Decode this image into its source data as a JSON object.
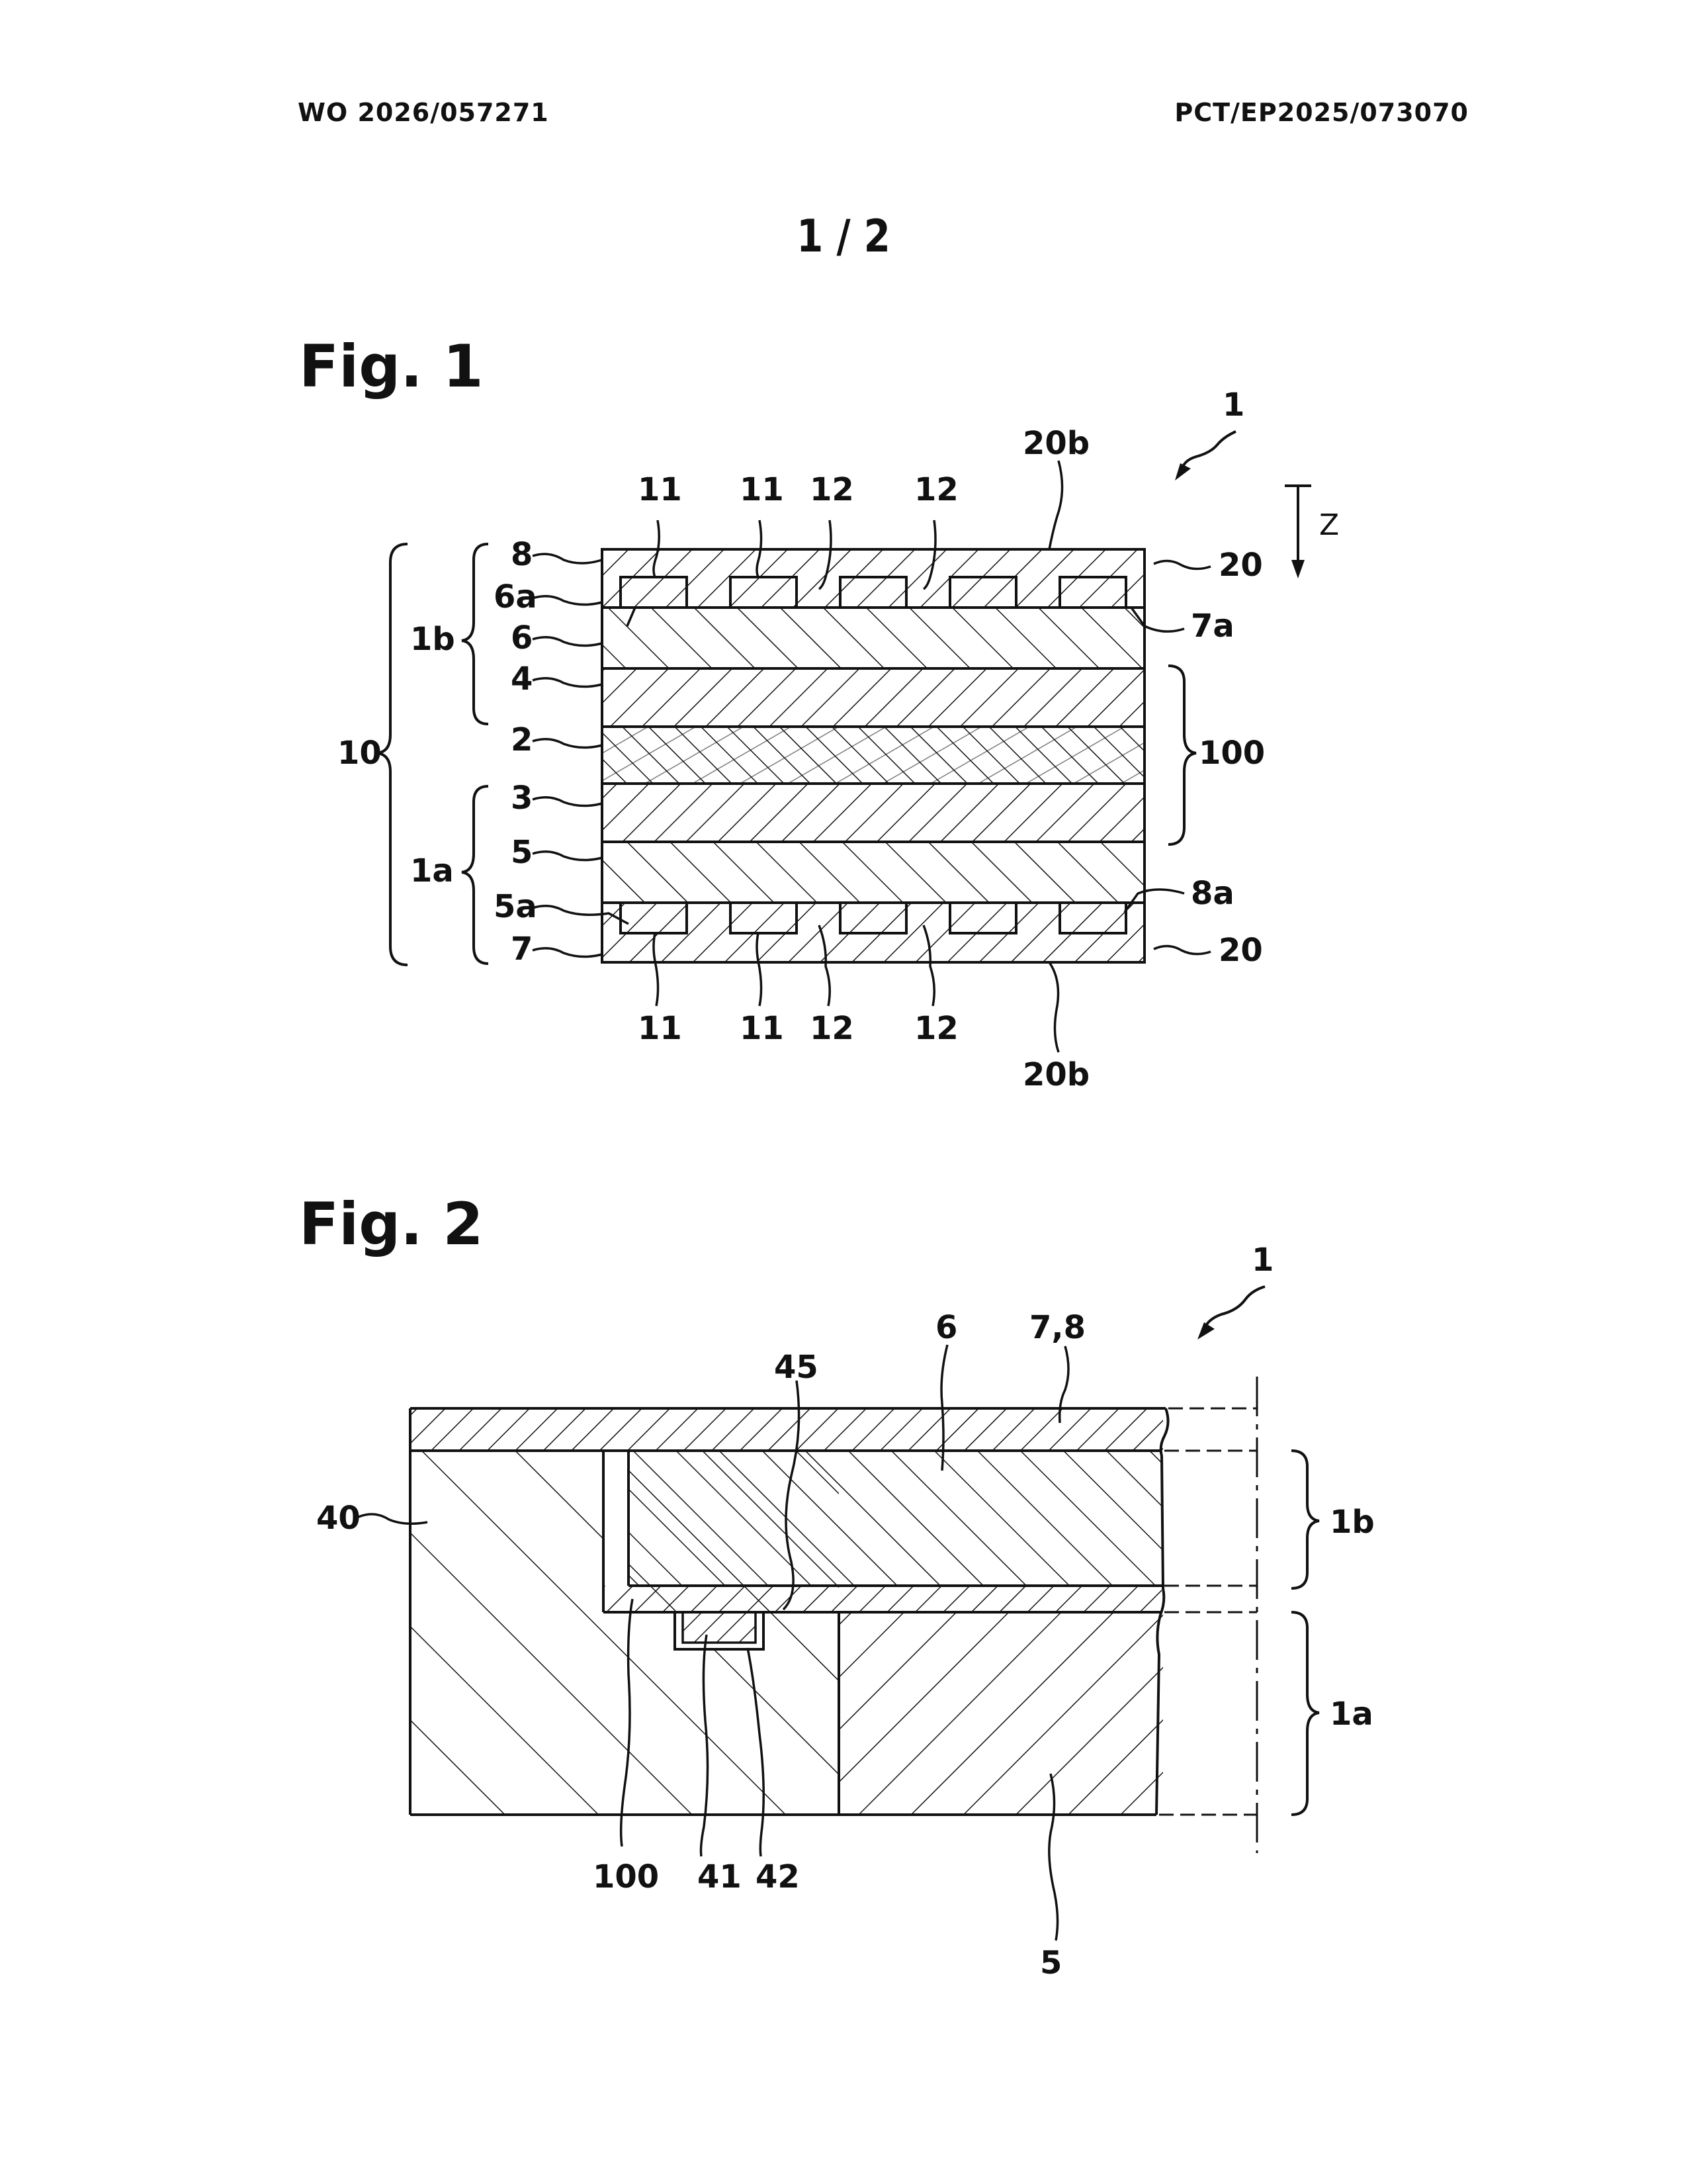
{
  "header": {
    "publication_number": "WO 2026/057271",
    "application_number": "PCT/EP2025/073070",
    "sheet": "1 / 2"
  },
  "fig1": {
    "title": "Fig. 1",
    "labels": {
      "ref_1": "1",
      "ref_20b_top": "20b",
      "ref_11_top_a": "11",
      "ref_11_top_b": "11",
      "ref_12_top_a": "12",
      "ref_12_top_b": "12",
      "axis_z": "Z",
      "ref_8": "8",
      "ref_6a": "6a",
      "ref_1b": "1b",
      "ref_6": "6",
      "ref_4": "4",
      "ref_10": "10",
      "ref_2": "2",
      "ref_3": "3",
      "ref_1a": "1a",
      "ref_5": "5",
      "ref_5a": "5a",
      "ref_7": "7",
      "ref_20_top": "20",
      "ref_7a": "7a",
      "ref_100": "100",
      "ref_8a": "8a",
      "ref_20_bottom": "20",
      "ref_11_bot_a": "11",
      "ref_11_bot_b": "11",
      "ref_12_bot_a": "12",
      "ref_12_bot_b": "12",
      "ref_20b_bottom": "20b"
    }
  },
  "fig2": {
    "title": "Fig. 2",
    "labels": {
      "ref_1": "1",
      "ref_6": "6",
      "ref_78": "7,8",
      "ref_45": "45",
      "ref_40": "40",
      "ref_1b": "1b",
      "ref_1a": "1a",
      "ref_100": "100",
      "ref_41": "41",
      "ref_42": "42",
      "ref_5": "5"
    }
  }
}
